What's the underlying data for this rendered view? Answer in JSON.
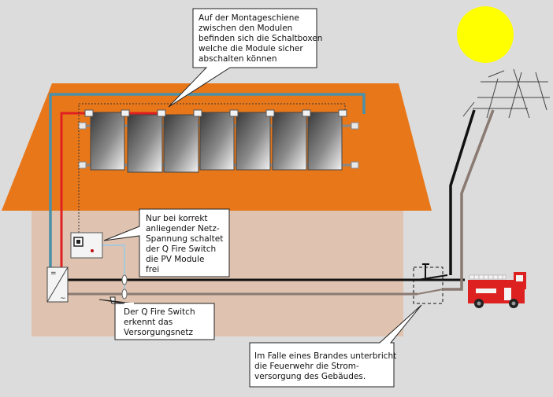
{
  "callouts": {
    "schaltboxen": [
      "Auf der Montageschiene",
      "zwischen den Modulen",
      "befinden sich die Schaltboxen",
      "welche die Module sicher",
      "abschalten können"
    ],
    "netzspannung": [
      "Nur bei korrekt",
      "anliegender Netz-",
      "Spannung schaltet",
      "der Q Fire Switch",
      "die PV Module",
      "frei"
    ],
    "versorgungsnetz": [
      "Der Q Fire Switch",
      "erkennt das",
      "Versorgungsnetz"
    ],
    "feuerwehr": [
      "Im Falle eines Brandes unterbricht",
      "die Feuerwehr die Strom-",
      "versorgung des Gebäudes."
    ]
  },
  "inverter_symbols": {
    "dc": "=",
    "ac": "~"
  },
  "colors": {
    "background": "#dcdcdc",
    "roof": "#e8771a",
    "wall": "#dfc3b0",
    "sun": "#ffff00",
    "fire_truck": "#dd2020",
    "dc_plus": "#e02020",
    "dc_minus": "#4a90a8",
    "grid_line_dark": "#111111",
    "grid_line_brown": "#8a7a72"
  }
}
